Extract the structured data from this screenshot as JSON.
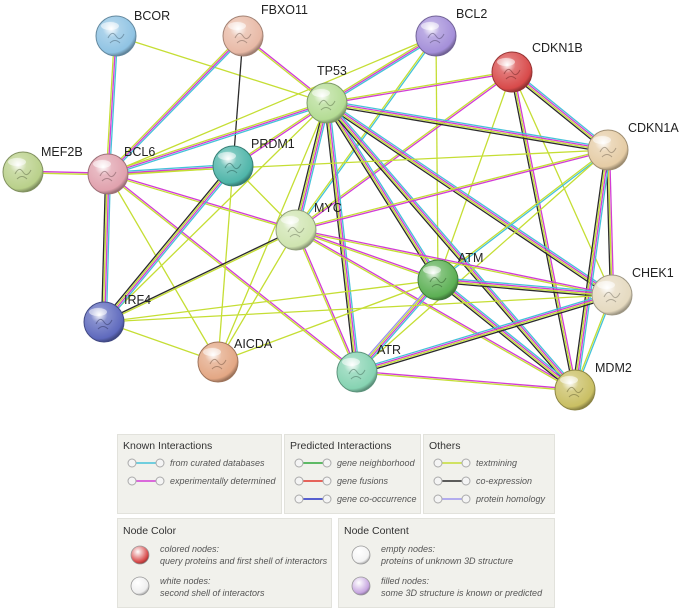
{
  "nodes": [
    {
      "id": "BCOR",
      "label": "BCOR",
      "color": "#8fc3e3"
    },
    {
      "id": "FBXO11",
      "label": "FBXO11",
      "color": "#e8b9a6"
    },
    {
      "id": "BCL2",
      "label": "BCL2",
      "color": "#a48fd9"
    },
    {
      "id": "CDKN1B",
      "label": "CDKN1B",
      "color": "#d84a4a"
    },
    {
      "id": "TP53",
      "label": "TP53",
      "color": "#b4dc94"
    },
    {
      "id": "CDKN1A",
      "label": "CDKN1A",
      "color": "#e5cca5"
    },
    {
      "id": "MEF2B",
      "label": "MEF2B",
      "color": "#b9d08a"
    },
    {
      "id": "BCL6",
      "label": "BCL6",
      "color": "#e0a1ad"
    },
    {
      "id": "PRDM1",
      "label": "PRDM1",
      "color": "#4fb5a9"
    },
    {
      "id": "MYC",
      "label": "MYC",
      "color": "#cfe4b0"
    },
    {
      "id": "ATM",
      "label": "ATM",
      "color": "#5cb054"
    },
    {
      "id": "CHEK1",
      "label": "CHEK1",
      "color": "#e5dac0"
    },
    {
      "id": "IRF4",
      "label": "IRF4",
      "color": "#5e69bd"
    },
    {
      "id": "AICDA",
      "label": "AICDA",
      "color": "#e3a784"
    },
    {
      "id": "ATR",
      "label": "ATR",
      "color": "#86d3b2"
    },
    {
      "id": "MDM2",
      "label": "MDM2",
      "color": "#c9bf63"
    }
  ],
  "edges": [
    {
      "source": "BCOR",
      "target": "BCL6",
      "types": [
        "curated",
        "experimental",
        "textmining"
      ]
    },
    {
      "source": "BCOR",
      "target": "TP53",
      "types": [
        "textmining"
      ]
    },
    {
      "source": "FBXO11",
      "target": "BCL6",
      "types": [
        "curated",
        "experimental",
        "textmining"
      ]
    },
    {
      "source": "FBXO11",
      "target": "TP53",
      "types": [
        "experimental",
        "textmining"
      ]
    },
    {
      "source": "FBXO11",
      "target": "PRDM1",
      "types": [
        "coexpression"
      ]
    },
    {
      "source": "BCL2",
      "target": "TP53",
      "types": [
        "curated",
        "experimental",
        "textmining"
      ]
    },
    {
      "source": "BCL2",
      "target": "MYC",
      "types": [
        "curated",
        "textmining"
      ]
    },
    {
      "source": "BCL2",
      "target": "BCL6",
      "types": [
        "textmining"
      ]
    },
    {
      "source": "BCL2",
      "target": "ATM",
      "types": [
        "textmining"
      ]
    },
    {
      "source": "CDKN1B",
      "target": "TP53",
      "types": [
        "experimental",
        "textmining"
      ]
    },
    {
      "source": "CDKN1B",
      "target": "MYC",
      "types": [
        "experimental",
        "textmining"
      ]
    },
    {
      "source": "CDKN1B",
      "target": "CDKN1A",
      "types": [
        "curated",
        "experimental",
        "textmining",
        "coexpression"
      ]
    },
    {
      "source": "CDKN1B",
      "target": "MDM2",
      "types": [
        "experimental",
        "textmining",
        "coexpression"
      ]
    },
    {
      "source": "CDKN1B",
      "target": "ATM",
      "types": [
        "textmining"
      ]
    },
    {
      "source": "CDKN1B",
      "target": "CHEK1",
      "types": [
        "textmining"
      ]
    },
    {
      "source": "TP53",
      "target": "CDKN1A",
      "types": [
        "curated",
        "experimental",
        "textmining",
        "coexpression"
      ]
    },
    {
      "source": "TP53",
      "target": "BCL6",
      "types": [
        "curated",
        "experimental",
        "textmining"
      ]
    },
    {
      "source": "TP53",
      "target": "PRDM1",
      "types": [
        "experimental",
        "textmining"
      ]
    },
    {
      "source": "TP53",
      "target": "MYC",
      "types": [
        "curated",
        "experimental",
        "textmining",
        "coexpression"
      ]
    },
    {
      "source": "TP53",
      "target": "ATM",
      "types": [
        "curated",
        "experimental",
        "textmining",
        "coexpression"
      ]
    },
    {
      "source": "TP53",
      "target": "ATR",
      "types": [
        "curated",
        "experimental",
        "textmining",
        "coexpression"
      ]
    },
    {
      "source": "TP53",
      "target": "CHEK1",
      "types": [
        "curated",
        "experimental",
        "textmining",
        "coexpression"
      ]
    },
    {
      "source": "TP53",
      "target": "MDM2",
      "types": [
        "curated",
        "experimental",
        "textmining",
        "coexpression"
      ]
    },
    {
      "source": "TP53",
      "target": "IRF4",
      "types": [
        "textmining"
      ]
    },
    {
      "source": "TP53",
      "target": "AICDA",
      "types": [
        "textmining"
      ]
    },
    {
      "source": "CDKN1A",
      "target": "MYC",
      "types": [
        "experimental",
        "textmining"
      ]
    },
    {
      "source": "CDKN1A",
      "target": "ATM",
      "types": [
        "curated",
        "textmining"
      ]
    },
    {
      "source": "CDKN1A",
      "target": "CHEK1",
      "types": [
        "experimental",
        "textmining",
        "coexpression"
      ]
    },
    {
      "source": "CDKN1A",
      "target": "MDM2",
      "types": [
        "curated",
        "experimental",
        "textmining",
        "coexpression"
      ]
    },
    {
      "source": "CDKN1A",
      "target": "BCL6",
      "types": [
        "textmining"
      ]
    },
    {
      "source": "CDKN1A",
      "target": "ATR",
      "types": [
        "textmining"
      ]
    },
    {
      "source": "MEF2B",
      "target": "BCL6",
      "types": [
        "experimental",
        "textmining"
      ]
    },
    {
      "source": "BCL6",
      "target": "PRDM1",
      "types": [
        "curated",
        "experimental",
        "textmining"
      ]
    },
    {
      "source": "BCL6",
      "target": "MYC",
      "types": [
        "experimental",
        "textmining"
      ]
    },
    {
      "source": "BCL6",
      "target": "IRF4",
      "types": [
        "curated",
        "experimental",
        "textmining",
        "coexpression"
      ]
    },
    {
      "source": "BCL6",
      "target": "AICDA",
      "types": [
        "textmining"
      ]
    },
    {
      "source": "BCL6",
      "target": "ATR",
      "types": [
        "experimental",
        "textmining"
      ]
    },
    {
      "source": "PRDM1",
      "target": "IRF4",
      "types": [
        "curated",
        "experimental",
        "textmining",
        "coexpression"
      ]
    },
    {
      "source": "PRDM1",
      "target": "AICDA",
      "types": [
        "textmining"
      ]
    },
    {
      "source": "PRDM1",
      "target": "MYC",
      "types": [
        "textmining"
      ]
    },
    {
      "source": "MYC",
      "target": "ATM",
      "types": [
        "experimental",
        "textmining"
      ]
    },
    {
      "source": "MYC",
      "target": "ATR",
      "types": [
        "experimental",
        "textmining"
      ]
    },
    {
      "source": "MYC",
      "target": "CHEK1",
      "types": [
        "experimental",
        "textmining"
      ]
    },
    {
      "source": "MYC",
      "target": "MDM2",
      "types": [
        "experimental",
        "textmining"
      ]
    },
    {
      "source": "MYC",
      "target": "IRF4",
      "types": [
        "textmining",
        "coexpression"
      ]
    },
    {
      "source": "MYC",
      "target": "AICDA",
      "types": [
        "textmining"
      ]
    },
    {
      "source": "ATM",
      "target": "ATR",
      "types": [
        "curated",
        "experimental",
        "textmining",
        "homology"
      ]
    },
    {
      "source": "ATM",
      "target": "CHEK1",
      "types": [
        "curated",
        "experimental",
        "textmining",
        "coexpression"
      ]
    },
    {
      "source": "ATM",
      "target": "MDM2",
      "types": [
        "curated",
        "experimental",
        "textmining",
        "coexpression"
      ]
    },
    {
      "source": "ATM",
      "target": "IRF4",
      "types": [
        "textmining"
      ]
    },
    {
      "source": "ATM",
      "target": "AICDA",
      "types": [
        "textmining"
      ]
    },
    {
      "source": "ATR",
      "target": "CHEK1",
      "types": [
        "curated",
        "experimental",
        "textmining",
        "coexpression"
      ]
    },
    {
      "source": "ATR",
      "target": "MDM2",
      "types": [
        "experimental",
        "textmining"
      ]
    },
    {
      "source": "CHEK1",
      "target": "MDM2",
      "types": [
        "curated",
        "textmining"
      ]
    },
    {
      "source": "IRF4",
      "target": "AICDA",
      "types": [
        "textmining"
      ]
    },
    {
      "source": "IRF4",
      "target": "CHEK1",
      "types": [
        "textmining"
      ]
    }
  ],
  "edge_colors": {
    "curated": "#45c2d9",
    "experimental": "#d23cd5",
    "neighborhood": "#2ea83a",
    "fusion": "#e2342b",
    "cooccurrence": "#2431c6",
    "textmining": "#c5de34",
    "coexpression": "#2b2b2b",
    "homology": "#9d95ee"
  },
  "legend": {
    "known": {
      "title": "Known Interactions",
      "items": [
        {
          "label": "from curated databases",
          "color_a": "#45c2d9",
          "color_b": "#45c2d9"
        },
        {
          "label": "experimentally determined",
          "color_a": "#d23cd5",
          "color_b": "#d23cd5"
        }
      ]
    },
    "predicted": {
      "title": "Predicted Interactions",
      "items": [
        {
          "label": "gene neighborhood",
          "color_a": "#2ea83a",
          "color_b": "#2ea83a"
        },
        {
          "label": "gene fusions",
          "color_a": "#e2342b",
          "color_b": "#e2342b"
        },
        {
          "label": "gene co-occurrence",
          "color_a": "#2431c6",
          "color_b": "#2431c6"
        }
      ]
    },
    "others": {
      "title": "Others",
      "items": [
        {
          "label": "textmining",
          "color_a": "#c5de34",
          "color_b": "#c5de34"
        },
        {
          "label": "co-expression",
          "color_a": "#2b2b2b",
          "color_b": "#2b2b2b"
        },
        {
          "label": "protein homology",
          "color_a": "#9d95ee",
          "color_b": "#9d95ee"
        }
      ]
    },
    "node_color": {
      "title": "Node Color",
      "items": [
        {
          "line1": "colored nodes:",
          "line2": "query proteins and first shell of interactors",
          "color": "#d84a4a"
        },
        {
          "line1": "white nodes:",
          "line2": "second shell of interactors",
          "color": "#eeeeee"
        }
      ]
    },
    "node_content": {
      "title": "Node Content",
      "items": [
        {
          "line1": "empty nodes:",
          "line2": "proteins of unknown 3D structure",
          "color": "#f3f3f3"
        },
        {
          "line1": "filled nodes:",
          "line2": "some 3D structure is known or predicted",
          "color": "#c7a6e0"
        }
      ]
    }
  }
}
